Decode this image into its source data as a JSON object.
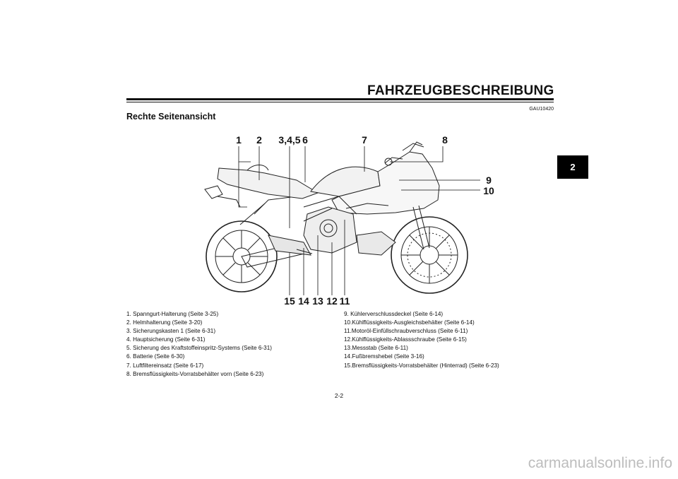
{
  "header": {
    "title": "FAHRZEUGBESCHREIBUNG"
  },
  "doc_code": "GAU10420",
  "section_title": "Rechte Seitenansicht",
  "chapter_tab": "2",
  "figure": {
    "callouts_top": [
      "1",
      "2",
      "3,4,5",
      "6",
      "7",
      "8"
    ],
    "callouts_right": [
      "9",
      "10"
    ],
    "callouts_bottom": [
      "15",
      "14",
      "13",
      "12",
      "11"
    ]
  },
  "legend": {
    "left": [
      "1. Spanngurt-Halterung (Seite 3-25)",
      "2. Helmhalterung (Seite 3-20)",
      "3. Sicherungskasten 1 (Seite 6-31)",
      "4. Hauptsicherung (Seite 6-31)",
      "5. Sicherung des Kraftstoffeinspritz-Systems (Seite 6-31)",
      "6. Batterie (Seite 6-30)",
      "7. Luftfiltereinsatz (Seite 6-17)",
      "8. Bremsflüssigkeits-Vorratsbehälter vorn (Seite 6-23)"
    ],
    "right": [
      "9. Kühlerverschlussdeckel (Seite 6-14)",
      "10.Kühlflüssigkeits-Ausgleichsbehälter (Seite 6-14)",
      "11.Motoröl-Einfüllschraubverschluss (Seite 6-11)",
      "12.Kühlflüssigkeits-Ablassschraube (Seite 6-15)",
      "13.Messstab (Seite 6-11)",
      "14.Fußbremshebel (Seite 3-16)",
      "15.Bremsflüssigkeits-Vorratsbehälter (Hinterrad) (Seite 6-23)"
    ]
  },
  "page_number": "2-2",
  "watermark": "carmanualsonline.info"
}
